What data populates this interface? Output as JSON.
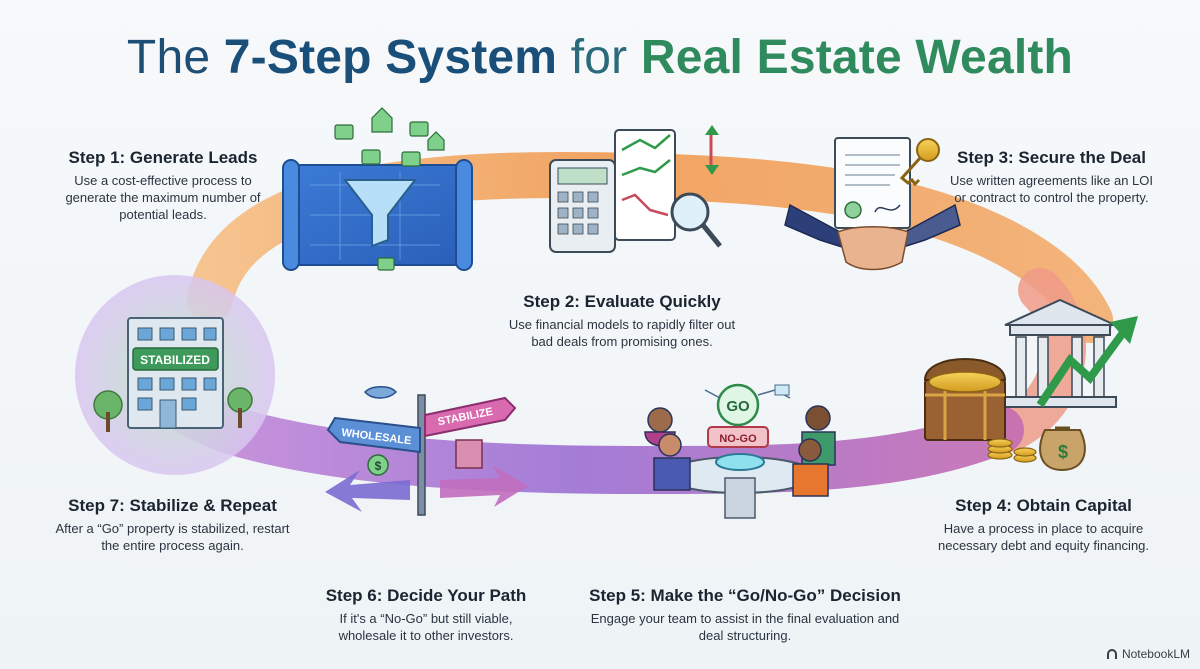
{
  "title": {
    "part1": "The ",
    "part2": "7-Step System",
    "part3": " for ",
    "part4": "Real Estate Wealth"
  },
  "steps": [
    {
      "title": "Step 1: Generate Leads",
      "desc": "Use a cost-effective process to generate the maximum number of potential leads."
    },
    {
      "title": "Step 2: Evaluate Quickly",
      "desc": "Use financial models to rapidly filter out bad deals from promising ones."
    },
    {
      "title": "Step 3: Secure the Deal",
      "desc": "Use written agreements like an LOI or contract to control the property."
    },
    {
      "title": "Step 4: Obtain Capital",
      "desc": "Have a process in place to acquire necessary debt and equity financing."
    },
    {
      "title": "Step 5: Make the “Go/No-Go” Decision",
      "desc": "Engage your team to assist in the final evaluation and deal structuring."
    },
    {
      "title": "Step 6: Decide Your Path",
      "desc": "If it's a “No-Go” but still viable, wholesale it to other investors."
    },
    {
      "title": "Step 7: Stabilize & Repeat",
      "desc": "After a “Go” property is stabilized, restart the entire process again."
    }
  ],
  "labels": {
    "stabilized_banner": "STABILIZED",
    "sign_wholesale": "WHOLESALE",
    "sign_stabilize": "STABILIZE",
    "go": "GO",
    "no_go": "NO-GO"
  },
  "brand": "NotebookLM",
  "colors": {
    "loop_orange": "#f0a25a",
    "loop_purple": "#9a6bd0",
    "loop_pink": "#d486c4",
    "title_blue": "#1a4f7a",
    "title_green": "#2f8a5d"
  }
}
